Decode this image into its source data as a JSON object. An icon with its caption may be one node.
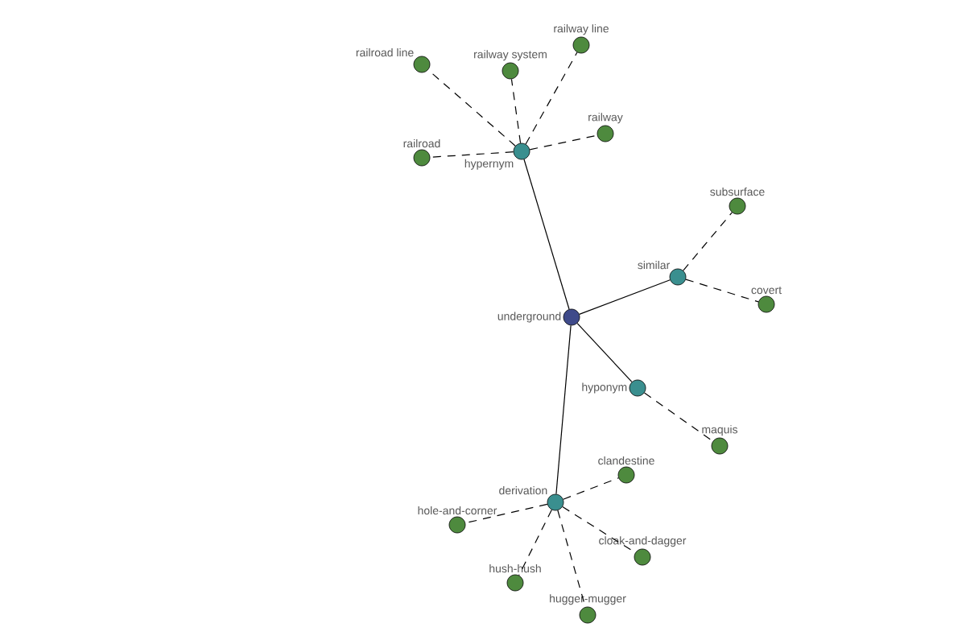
{
  "diagram": {
    "nodes": [
      {
        "text": [
          "underground"
        ]
      },
      {
        "text": [
          "hypernym"
        ]
      },
      {
        "text": [
          "similar"
        ]
      },
      {
        "text": [
          "hyponym"
        ]
      },
      {
        "text": [
          "derivation"
        ]
      },
      {
        "text": [
          "railroad line"
        ]
      },
      {
        "text": [
          "railway system"
        ]
      },
      {
        "text": [
          "railway line"
        ]
      },
      {
        "text": [
          "railroad"
        ]
      },
      {
        "text": [
          "railway"
        ]
      },
      {
        "text": [
          "subsurface"
        ]
      },
      {
        "text": [
          "covert"
        ]
      },
      {
        "text": [
          "maquis"
        ]
      },
      {
        "text": [
          "clandestine"
        ]
      },
      {
        "text": [
          "hole-and-corner"
        ]
      },
      {
        "text": [
          "cloak-and-dagger"
        ]
      },
      {
        "text": [
          "hush-hush"
        ]
      },
      {
        "text": [
          "hugger-mugger"
        ]
      }
    ],
    "edges": [
      {
        "from": 0,
        "to": 1,
        "arrow": "none"
      },
      {
        "from": 0,
        "to": 2,
        "arrow": "none"
      },
      {
        "from": 0,
        "to": 3,
        "arrow": "none"
      },
      {
        "from": 0,
        "to": 4,
        "arrow": "none"
      },
      {
        "from": 1,
        "to": 5,
        "arrow": "none",
        "style": "dashed"
      },
      {
        "from": 1,
        "to": 6,
        "arrow": "none",
        "style": "dashed"
      },
      {
        "from": 1,
        "to": 7,
        "arrow": "none",
        "style": "dashed"
      },
      {
        "from": 1,
        "to": 8,
        "arrow": "none",
        "style": "dashed"
      },
      {
        "from": 1,
        "to": 9,
        "arrow": "none",
        "style": "dashed"
      },
      {
        "from": 2,
        "to": 10,
        "arrow": "none",
        "style": "dashed"
      },
      {
        "from": 2,
        "to": 11,
        "arrow": "none",
        "style": "dashed"
      },
      {
        "from": 3,
        "to": 12,
        "arrow": "none",
        "style": "dashed"
      },
      {
        "from": 4,
        "to": 13,
        "arrow": "none",
        "style": "dashed"
      },
      {
        "from": 4,
        "to": 14,
        "arrow": "none",
        "style": "dashed"
      },
      {
        "from": 4,
        "to": 15,
        "arrow": "none",
        "style": "dashed"
      },
      {
        "from": 4,
        "to": 16,
        "arrow": "none",
        "style": "dashed"
      },
      {
        "from": 4,
        "to": 17,
        "arrow": "none",
        "style": "dashed"
      }
    ]
  }
}
